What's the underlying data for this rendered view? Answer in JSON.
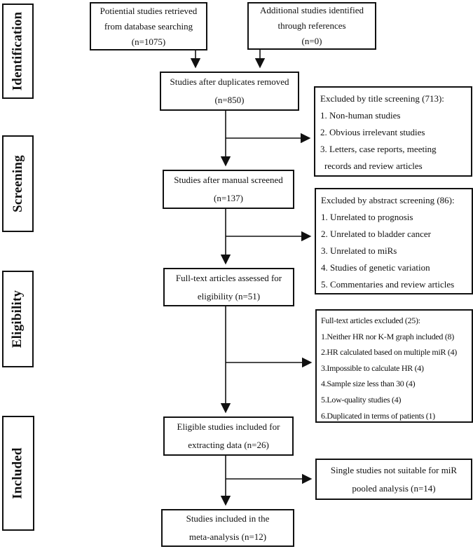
{
  "figure": {
    "type": "prisma-flow-diagram",
    "background": "#ffffff",
    "line_color": "#111111",
    "text_color": "#111111"
  },
  "stages": {
    "identification": "Identification",
    "screening": "Screening",
    "eligibility": "Eligibility",
    "included": "Included"
  },
  "flow": {
    "database_search": {
      "lines": [
        "Potiential studies retrieved",
        "from database searching",
        "(n=1075)"
      ]
    },
    "references": {
      "lines": [
        "Additional studies identified",
        "through references",
        "(n=0)"
      ]
    },
    "duplicates_removed": {
      "lines": [
        "Studies after duplicates removed",
        "(n=850)"
      ]
    },
    "manual_screened": {
      "lines": [
        "Studies after manual screened",
        "(n=137)"
      ]
    },
    "fulltext_assessed": {
      "lines": [
        "Full-text articles assessed for",
        "eligibility (n=51)"
      ]
    },
    "eligible_studies": {
      "lines": [
        "Eligible studies included for",
        "extracting data (n=26)"
      ]
    },
    "meta_analysis": {
      "lines": [
        "Studies included in the",
        "meta-analysis (n=12)"
      ]
    }
  },
  "exclusions": {
    "title_screening": {
      "title": "Excluded by title screening (713):",
      "items": [
        "1. Non-human studies",
        "2. Obvious irrelevant studies",
        "3. Letters, case reports, meeting",
        "records and review articles"
      ]
    },
    "abstract_screening": {
      "title": "Excluded by abstract screening (86):",
      "items": [
        "1. Unrelated to prognosis",
        "2. Unrelated to bladder cancer",
        "3. Unrelated to miRs",
        "4. Studies of genetic variation",
        "5. Commentaries and review articles"
      ]
    },
    "fulltext_excluded": {
      "title": "Full-text articles excluded (25):",
      "items": [
        "1.Neither HR nor K-M graph included (8)",
        "2.HR calculated based on multiple miR (4)",
        "3.Impossible to calculate HR (4)",
        "4.Sample size less than 30 (4)",
        "5.Low-quality studies (4)",
        "6.Duplicated in terms of patients (1)"
      ]
    },
    "single_studies": {
      "lines": [
        "Single studies not suitable for miR",
        "pooled analysis (n=14)"
      ]
    }
  }
}
